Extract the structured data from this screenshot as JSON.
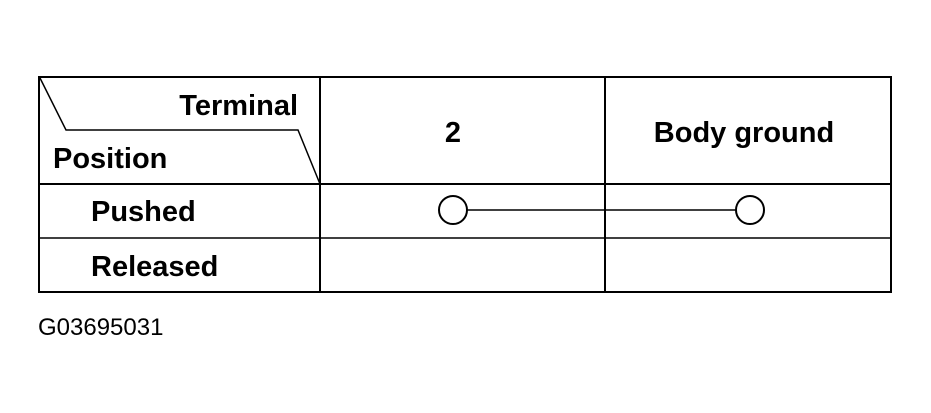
{
  "table": {
    "corner_top_label": "Terminal",
    "corner_bottom_label": "Position",
    "columns": [
      "2",
      "Body ground"
    ],
    "rows": [
      {
        "label": "Pushed",
        "continuity": [
          "2",
          "Body ground"
        ]
      },
      {
        "label": "Released",
        "continuity": []
      }
    ]
  },
  "figure_id": "G03695031"
}
